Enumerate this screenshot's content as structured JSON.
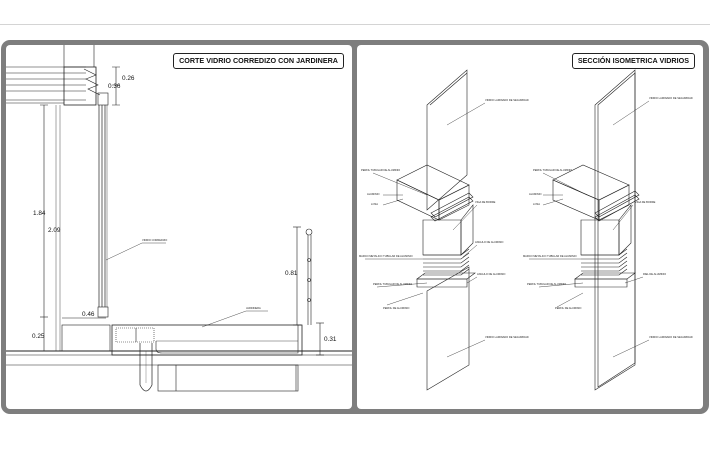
{
  "left_panel": {
    "title": "CORTE VIDRIO CORREDIZO CON JARDINERA",
    "dimensions": {
      "d_026": "0.26",
      "d_036": "0.36",
      "d_184": "1.84",
      "d_209": "2.09",
      "d_046": "0.46",
      "d_025": "0.25",
      "d_081": "0.81",
      "d_031": "0.31"
    },
    "notes": {
      "vidrio": "VIDRIO CORREDIZO",
      "jardinera": "JARDINERA"
    }
  },
  "right_panel": {
    "title": "SECCIÓN ISOMETRICA VIDRIOS",
    "notes_a": {
      "vidrio_top": "VIDRIO LAMINADO DE SEGURIDAD",
      "perfil_tubular": "PERFIL TUBULAR DE ALUMINIO",
      "aluminio": "ALUMINIO",
      "losa": "LOSA",
      "viga": "VIGA DE BORDE",
      "angulo": "ANGULO DE ALUMINIO",
      "marco": "MARCO METALICO TUBULAR DE ALUMINIO",
      "perfil_tub2": "PERFIL TUBULAR DE ALUMINIO",
      "angulo_alu": "ANGULO DE ALUMINIO",
      "perfil_alu": "PERFIL DE ALUMINIO",
      "vidrio_bottom": "VIDRIO LAMINADO DE SEGURIDAD"
    },
    "notes_b": {
      "vidrio_top": "VIDRIO LAMINADO DE SEGURIDAD",
      "perfil_tubular": "PERFIL TUBULAR DE ALUMINIO",
      "aluminio": "ALUMINIO",
      "losa": "LOSA",
      "viga": "VIGA DE BORDE",
      "marco": "MARCO METALICO TUBULAR DE ALUMINIO",
      "perfil_tub2": "PERFIL TUBULAR DE ALUMINIO",
      "riel": "RIEL DE ALUMINIO",
      "perfil_alu": "PERFIL DE ALUMINIO",
      "vidrio_bottom": "VIDRIO LAMINADO DE SEGURIDAD"
    }
  }
}
